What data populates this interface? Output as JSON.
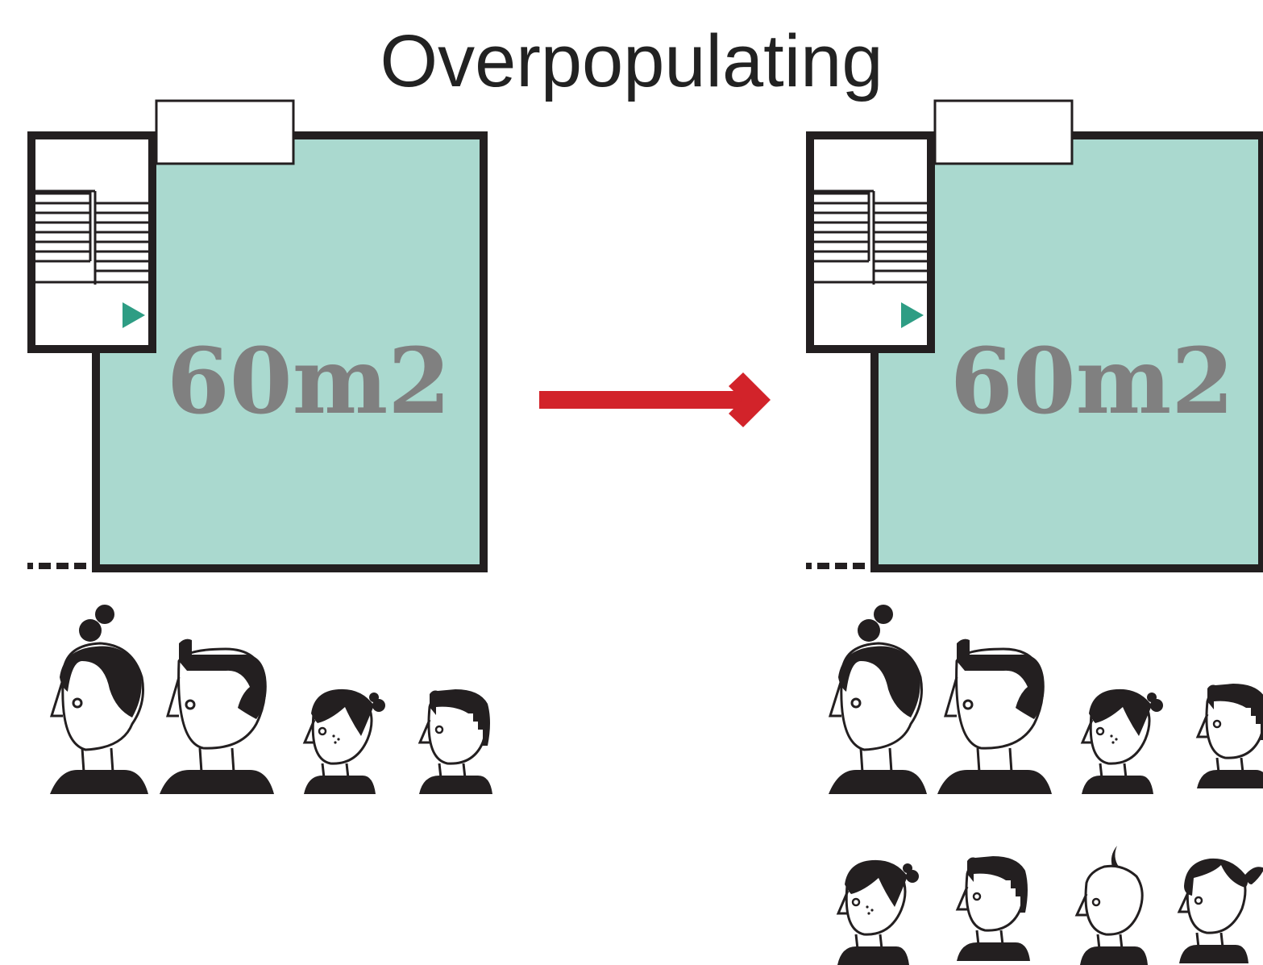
{
  "title": "Overpopulating",
  "plans": [
    {
      "area_label": "60m2",
      "people": 4
    },
    {
      "area_label": "60m2",
      "people": 8
    }
  ],
  "colors": {
    "room_fill": "#aad9cf",
    "wall": "#231f20",
    "area_text": "#808080",
    "arrow": "#d2232a",
    "door_marker": "#2e9d84"
  },
  "icons": {
    "arrow": "arrow-right-icon",
    "door": "door-triangle-icon",
    "stairs": "staircase-icon",
    "person": "person-bust-icon"
  }
}
